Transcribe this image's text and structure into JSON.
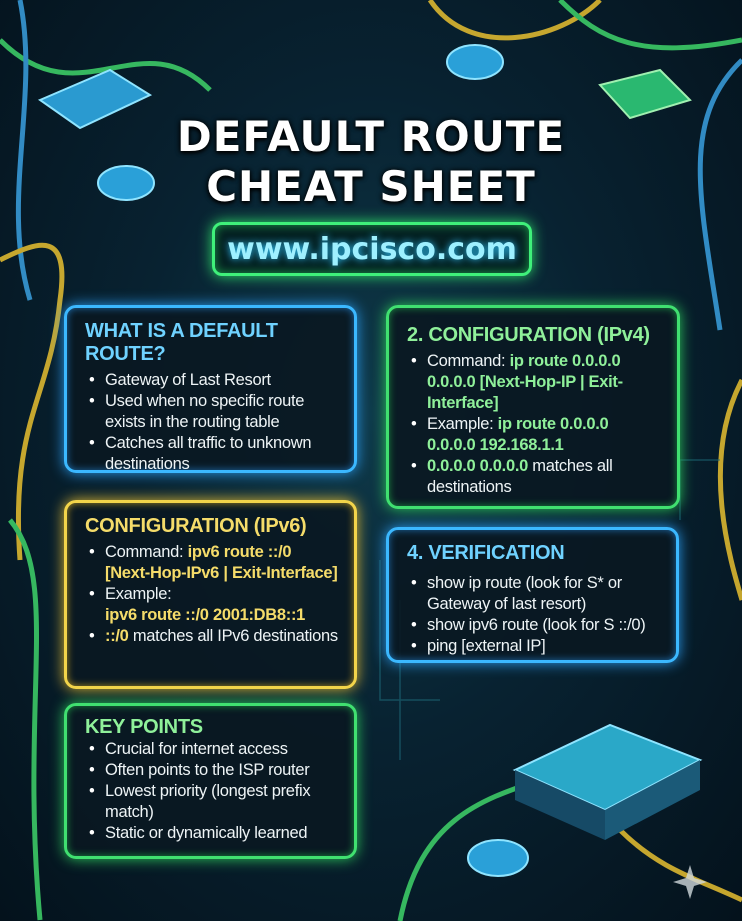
{
  "title": {
    "line1": "DEFAULT ROUTE",
    "line2": "CHEAT SHEET"
  },
  "url": "www.ipcisco.com",
  "colors": {
    "blue": "#3bb8ff",
    "green": "#40e070",
    "yellow": "#f3d44a",
    "background": "#082231"
  },
  "what_is": {
    "heading": "WHAT IS A DEFAULT ROUTE?",
    "items": [
      "Gateway of Last Resort",
      "Used when no specific route exists in the routing table",
      "Catches all traffic to unknown destinations"
    ]
  },
  "ipv4": {
    "heading": "2. CONFIGURATION (IPv4)",
    "cmd_label": "Command: ",
    "cmd_value": "ip route 0.0.0.0 0.0.0.0 [Next-Hop-IP | Exit-Interface]",
    "ex_label": "Example: ",
    "ex_value": "ip route 0.0.0.0 0.0.0.0 192.168.1.1",
    "match_value": "0.0.0.0 0.0.0.0",
    "match_text": " matches all destinations"
  },
  "ipv6": {
    "heading": "CONFIGURATION (IPv6)",
    "cmd_label": "Command: ",
    "cmd_value": "ipv6 route ::/0 [Next-Hop-IPv6 | Exit-Interface]",
    "ex_label": "Example:",
    "ex_value": "ipv6 route ::/0 2001:DB8::1",
    "match_value": "::/0",
    "match_text": " matches all IPv6 destinations"
  },
  "verification": {
    "heading": "4. VERIFICATION",
    "items": [
      "show ip route (look for S* or Gateway of last resort)",
      "show ipv6 route (look for S ::/0)",
      "ping [external IP]"
    ]
  },
  "key_points": {
    "heading": "KEY POINTS",
    "items": [
      "Crucial for internet access",
      "Often points to the ISP router",
      "Lowest priority (longest prefix match)",
      "Static or dynamically learned"
    ]
  }
}
